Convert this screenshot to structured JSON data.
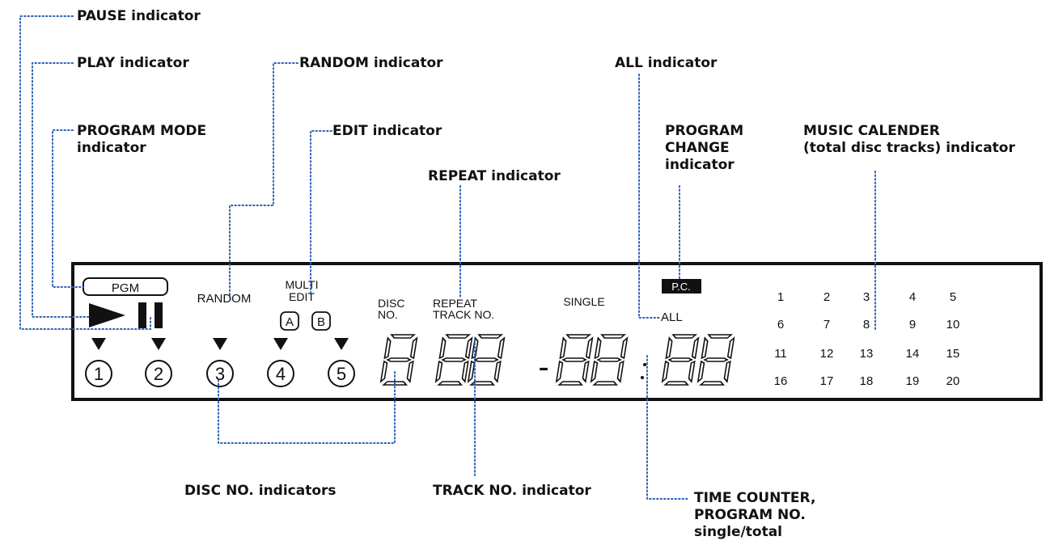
{
  "callouts": {
    "pause": [
      "PAUSE indicator"
    ],
    "play": [
      "PLAY indicator"
    ],
    "random": [
      "RANDOM indicator"
    ],
    "program_mode": [
      "PROGRAM MODE",
      "indicator"
    ],
    "edit": [
      "EDIT indicator"
    ],
    "all": [
      "ALL indicator"
    ],
    "program_change": [
      "PROGRAM",
      "CHANGE",
      "indicator"
    ],
    "music_calendar": [
      "MUSIC CALENDER",
      "(total disc tracks) indicator"
    ],
    "repeat": [
      "REPEAT indicator"
    ],
    "disc_no": [
      "DISC NO. indicators"
    ],
    "track_no": [
      "TRACK NO. indicator"
    ],
    "time_counter": [
      "TIME COUNTER,",
      "PROGRAM NO.",
      "single/total"
    ]
  },
  "display": {
    "pgm_label": "PGM",
    "random_label": "RANDOM",
    "multi_label": "MULTI",
    "edit_label": "EDIT",
    "edit_a": "A",
    "edit_b": "B",
    "disc_label_1": "DISC",
    "disc_label_2": "NO.",
    "repeat_label": "REPEAT",
    "track_label": "TRACK NO.",
    "single_label": "SINGLE",
    "all_label": "ALL",
    "pc_label": "P.C.",
    "disc_numbers": [
      "1",
      "2",
      "3",
      "4",
      "5"
    ],
    "segment_dash": "-",
    "calendar": [
      [
        "1",
        "2",
        "3",
        "4",
        "5"
      ],
      [
        "6",
        "7",
        "8",
        "9",
        "10"
      ],
      [
        "11",
        "12",
        "13",
        "14",
        "15"
      ],
      [
        "16",
        "17",
        "18",
        "19",
        "20"
      ]
    ]
  },
  "colors": {
    "ink": "#111111",
    "leader": "#2f62b8",
    "background": "#ffffff"
  }
}
